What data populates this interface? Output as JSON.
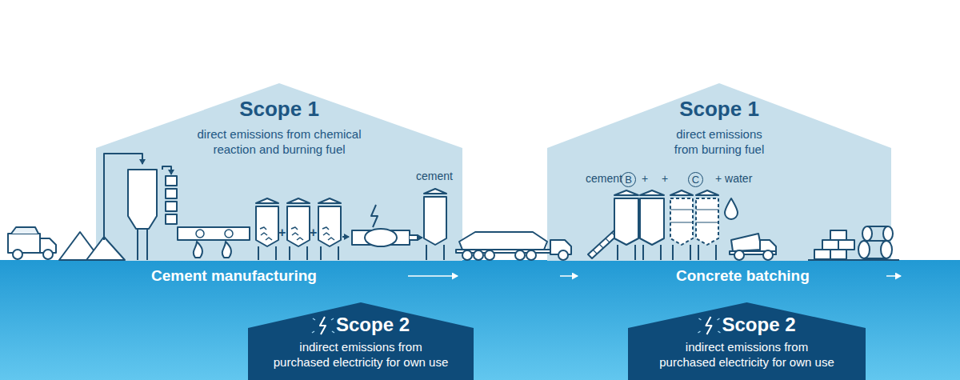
{
  "diagram": {
    "nodes": [
      {
        "text": [
          "Scope 1",
          "direct emissions from chemical reaction and burning fuel"
        ]
      },
      {
        "text": [
          "Scope 1",
          "direct emissions from burning fuel"
        ]
      },
      {
        "text": [
          "Scope 2",
          "indirect emissions from purchased electricity for own use"
        ]
      },
      {
        "text": [
          "Scope 2",
          "indirect emissions from purchased electricity for own use"
        ]
      }
    ],
    "labels": [
      "+",
      "+",
      "cement",
      "Cement manufacturing",
      "cement",
      "+",
      "B",
      "+",
      "C",
      "+ water",
      "Concrete batching"
    ]
  }
}
